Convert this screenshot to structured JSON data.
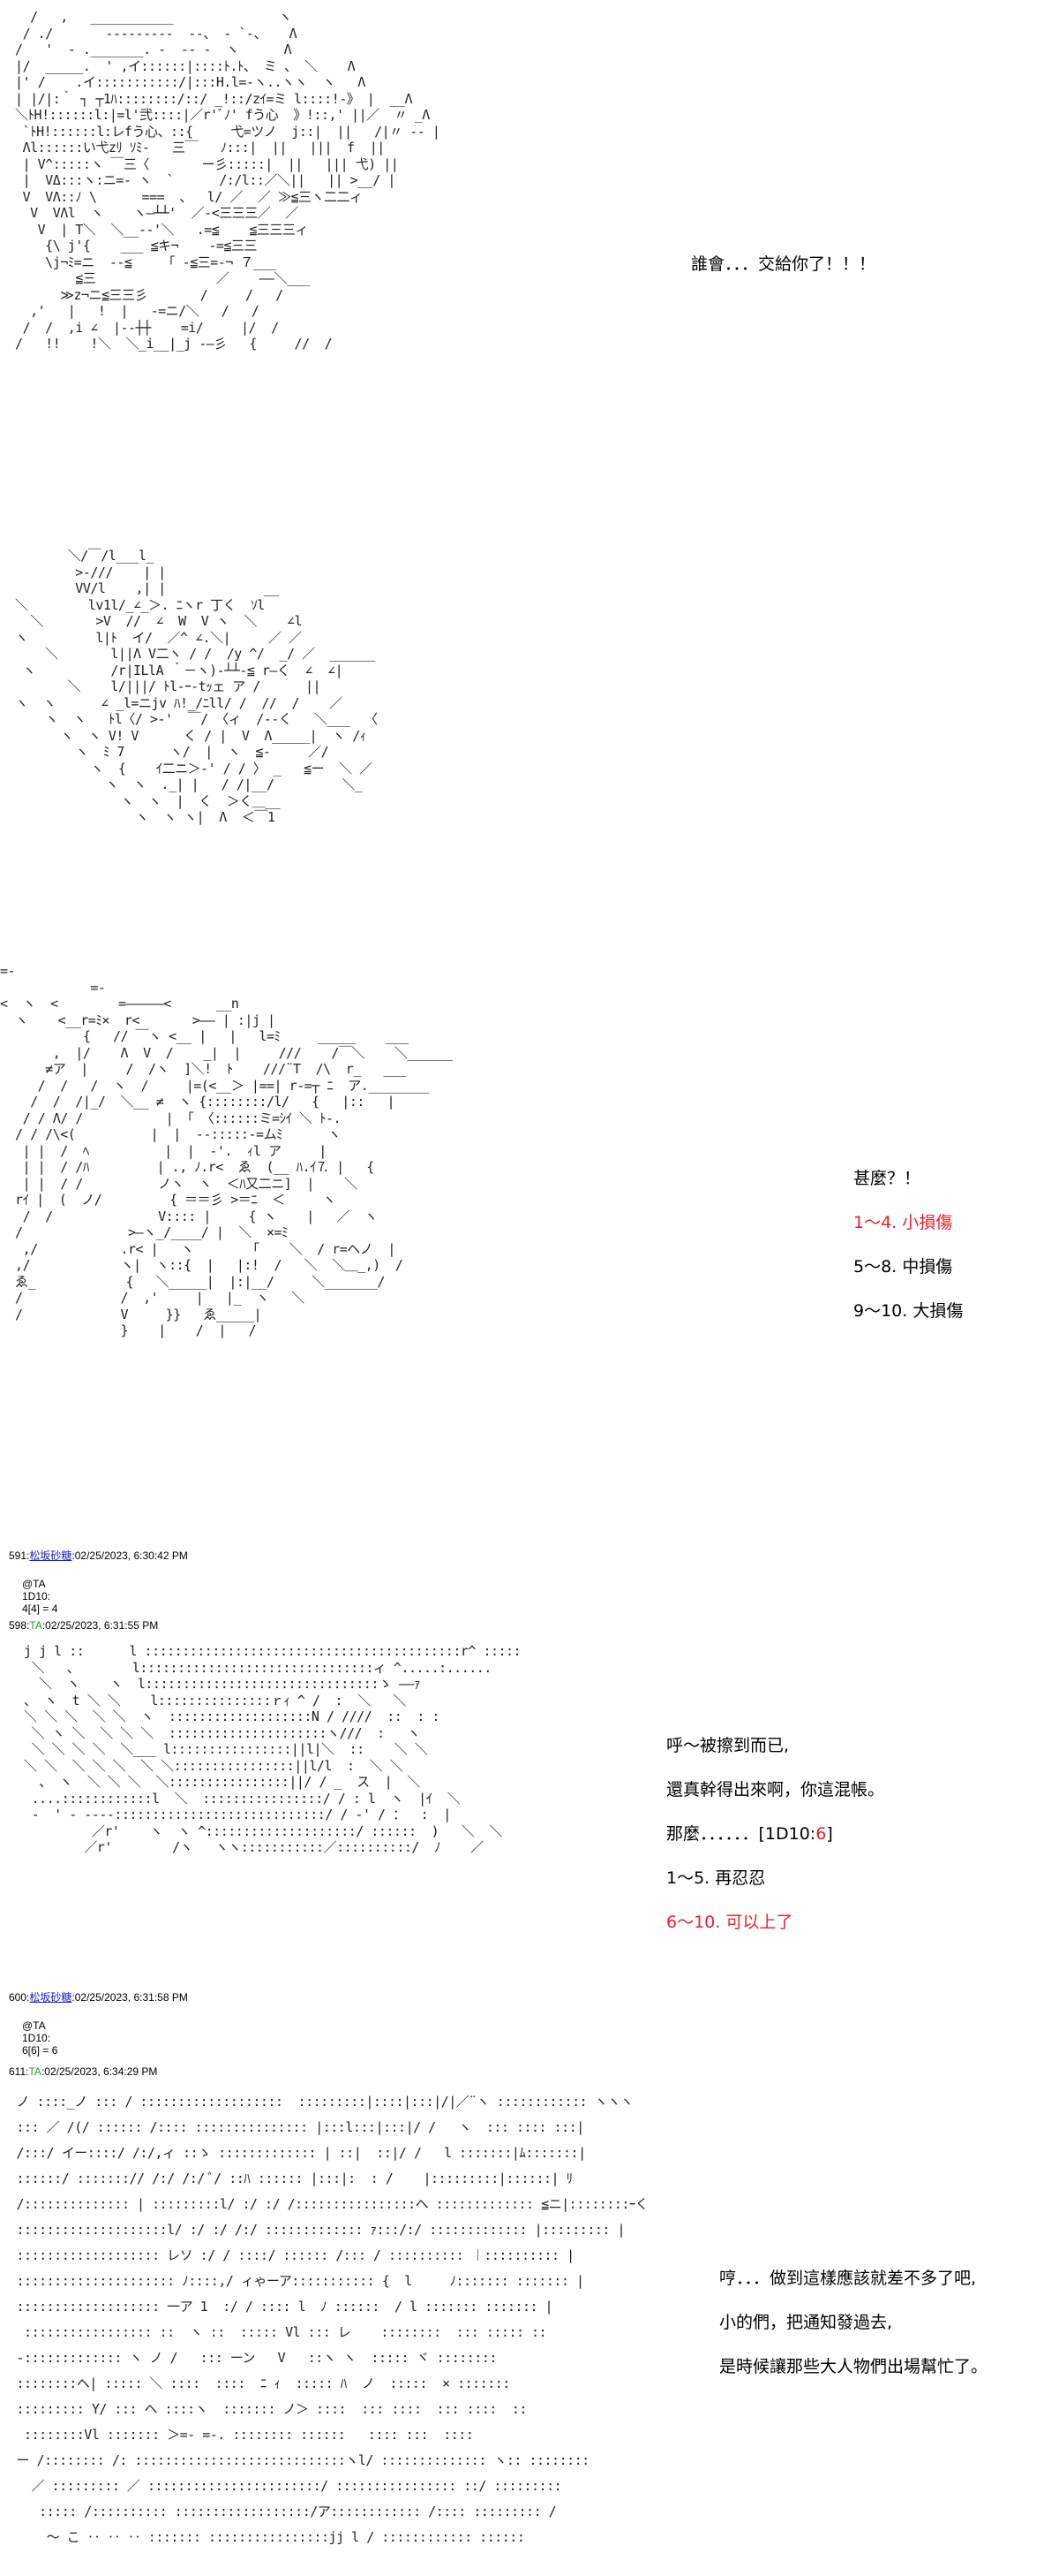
{
  "art": {
    "a1": [
      "    /   ,   ___________              ヽ",
      "   / ./       ---------  --、 - `-、   Λ",
      "  /   '  - ._______. ‐  -- -  ヽ      Λ",
      "  |/  _____.  ' ,イ::::::|::::ﾄ.ﾄ、 ミ 、 ＼    Λ",
      "  |' /    .イ:::::::::::/|:::H.l=‐ヽ..ヽヽ  ヽ   Λ",
      "  | |/|:｀ ┐ ┬1ﾊ::::::::/::/ _!::/zｲ=ミ l::::!‐》 |  __Λ",
      "  ＼ﾄH!::::::l:|=l'弐::::|／r'ﾞﾉ' fう心  》!::,' ||／  〃 _Λ",
      "   `ﾄH!::::::l:レfう心、::{     弋=ツノ  j::|  ||   /|〃 -- |",
      "   Λl::::::い弋zﾘ ｿﾐ-   三￣   ﾉ:::|  ||   |||  f  ||",
      "   | V^:::::ヽ ￣三〈       ー彡:::::|  ||   ||| 弋) ||",
      "   |  VΔ:::ヽ:ニ=- ヽ  `      /:/l::／＼||   || >__/ |",
      "   V  VΛ::ﾉ \\      ===  、  l/ ／  ／ ≫≦三ヽ二二ィ",
      "    V  VΛl  ヽ    ヽ―┴┴'  ／-<三三三／  ／",
      "     V  | T＼  ＼__--'＼   .=≦    ≦三三三ィ",
      "      {\\ j'{    ___ ≦キ¬    -=≦三三",
      "      \\j¬ﾐ=ニ  --≦    「 -≦三=-¬ ７___",
      "          ≦三                ／    ――＼___",
      "        ≫z¬ニ≦三三彡       /     /   /",
      "    ,'   |   !  |   -=ニ/＼   /   /",
      "   /  /  ,i ∠  |-‐┼┼    =i/     |/  /",
      "  /   !!    !＼  ＼_i__|_j -―彡   {     //  /"
    ],
    "a2": [
      "         ＼/￣/l___l_",
      "          >-///    | |",
      "          VV/l    ,| |             __",
      "  ＼        lv1l/_∠_＞. ﾆヽr 丁く  ｿl",
      "    ＼       >V  //  ∠  W  V ヽ  ＼    ∠l",
      "  ヽ         l|ﾄ  イ/  ／^ ∠.＼|     ／ ／",
      "      ＼       l||Λ V二ヽ / /  /y ^/  _/ ／  ______",
      "   ヽ          /r|ILlA ｀－ヽ)-┴┴-≦ r―く  ∠  ∠|",
      "         ＼    l/|||/ ﾄl-ｰ-tｯェ ア /      ||",
      "  ヽ  ヽ      ∠ _l=ニjv ﾊ!_/ﾆll/ /  //  /    ／",
      "      ヽ  ヽ   ﾄl〈/ >-'  ￣/ 〈ィ  /--く   ＼___  〈",
      "        ヽ  ヽ V! V      く / |  V  Λ_____|  ヽ /ｨ",
      "          ヽ  ﾐ 7      ヽ/  |  ヽ  ≦-     ／/",
      "            ヽ  {    ｲ二ニ＞-' / / 〉 _   ≦ー  ＼ ／",
      "              ヽ  ヽ  ._| |   / /|__/         ＼_",
      "                ヽ  ヽ  |  く  ＞く＿__",
      "                  ヽ  ヽ ヽ|  Λ  ＜￣1"
    ],
    "a3": [
      "=-",
      "            =-",
      "<  ヽ  <        =―――――<      __n",
      "  ヽ    <__r=ﾐ×  r<       >―― | :|j |",
      "           {   // ￣ヽ <__ |   |   l=ﾐ     _____    ___",
      "       ,  |/    Λ  V  /    _|  |     ///    /￣＼    ＼______",
      "      ≠ア  |     /  /ヽ  ]＼!  ﾄ    ///¨T  /\\  r_   ___",
      "     /  /   /  ヽ  /     |=(<__＞ |==| r-=┬ ﾆ  ア.________",
      "    /  /  /|_/  ＼__ ≠  ヽ {::::::::/l/   {   |::   |",
      "   / / Λ/ /           | 「 〈::::::ミ=ｼｲ ＼ ﾄ-.",
      "  / / /\\<(          |  |  ‐-:::::-=ムﾐ      ヽ",
      "   | |  /  ﾍ          |  |  ‐'.  ｨl ア     |",
      "   | |  / /ﾊ         | ., ﾉ.r<  ゑ  (__ ﾊ.ｲ⒎ |   {",
      "   | |  / /          ノヽ  ヽ  ＜ﾊ又二ニ]  |    ＼",
      "  rｲ |  (  ノ/         { ＝＝彡 >＝ﾆ  ＜     ヽ",
      "   /  /              V:::: |     { ヽ    |   ／  ヽ",
      "  /              >―ヽ_/____/ |  ＼  ×=ﾐ",
      "   ,/           .r< |   ヽ       「    ＼  / r=ヘノ  |",
      "  ,/            ヽ|  ヽ::{  |   |:!  /   ＼  ＼＿_,)  /",
      "  ゑ_            {   ＼_____|  |:|__/     ＼_______/",
      "  /             /  ,'     |   |_  ヽ   ＼",
      "  /             V     }}   ゑ_____|",
      "                }    |    /  |   /"
    ],
    "a4": [
      "  j j l ::      l ::::::::::::::::::::::::::::::::::::::::::r^ :::::",
      "   ＼   、       l:::::::::::::::::::::::::::::::ィ ^.....:......",
      "    ＼  ヽ    ヽ  l:::::::::::::::::::::::::::::::ゝ ――ｧ ",
      "  、 ヽ  t ＼ ＼    l:::::::::::::::ｒｨ ^ /  :  ＼   ＼",
      "  ＼ ＼ ＼  ＼ ＼  ヽ  :::::::::::::::::::N / ////  ::  : :",
      "   ＼ ヽ ＼  ＼ ＼ ＼  :::::::::::::::::::::ヽ///  :   ヽ",
      "   ＼ ＼ ＼ ＼  ＼___ l::::::::::::::::||l|＼  ::    ＼ ＼",
      "  ＼ ＼  ＼ ＼ ＼  ＼ ＼::::::::::::::::||l/l  :  ＼ ＼",
      "    、 ヽ  ＼ ＼ ＼  ＼::::::::::::::::||/ / _  ス  |  ＼",
      "   ....::::::::::::l  ＼  ::::::::::::::::/ / : l  ヽ  |ｲ  ＼",
      "   -  ' - ----::::::::::::::::::::::::::::/ / -' / ：  :  |",
      "           ／r'    ヽ  ヽ ^::::::::::::::::::::/ ::::::  )   ＼  ＼",
      "          ／r'        /ヽ   ヽヽ:::::::::::／::::::::::/  ﾉ    ／"
    ],
    "a5": [
      " ノ ::::_ノ ::: / :::::::::::::::::::  :::::::::|::::|:::|/|／¨ヽ :::::::::::: ヽヽヽ",
      " ::: ／ /(/ :::::: /:::: ::::::::::::::: |:::l:::|:::|/ /   ヽ  ::: :::: :::|",
      " /:::/ イー::::/ /:/,ィ ::ゝ ::::::::::::: | ::|  ::|/ /   l :::::::|ﾑ:::::::|",
      " ::::::/ :::::::// /:/ /:/ ﾞ/ ::ﾊ :::::: |:::|:  : /    |:::::::::|::::::| ﾘ",
      " /:::::::::::::: | :::::::::l/ :/ :/ /::::::::::::::::ヘ ::::::::::::: ≦ニ|::::::::ｰく",
      " ::::::::::::::::::::l/ :/ :/ /:/ ::::::::::::: ｧ:::/:/ ::::::::::::: |::::::::: |",
      " ::::::::::::::::::: レソ :/ / ::::/ :::::: /::: / :::::::::: ︱:::::::::: |",
      " ::::::::::::::::::::: ﾉ::::,/ ィゃーア::::::::::: {  l     ﾉ::::::: ::::::: |",
      " ::::::::::::::::::: 一ア 1  :/ / :::: l  ﾉ ::::::  / l ::::::: ::::::: |",
      "  ::::::::::::::::: ::  ヽ ::  ::::: Vl ::: レ    ::::::::  ::: ::::: ::",
      " -::::::::::::: ヽ ノ /   ::: ーン   V   ::ヽ ヽ  ::::: ヾ ::::::::",
      " ::::::::ヘ| ::::: ＼ ::::  ::::  ﾆ ｨ  ::::: ﾊ  ノ  :::::  × :::::::",
      " ::::::::: Y/ ::: ヘ ::::ヽ  ::::::: ノ＞ ::::  ::: ::::  ::: ::::  ::",
      "  ::::::::Vl ::::::: ＞=- =-. :::::::: ::::::   :::: :::  ::::",
      " ー /:::::::: /: ::::::::::::::::::::::::::::ヽl/ :::::::::::::: ヽ:: ::::::::",
      "   ／ ::::::::: ／ :::::::::::::::::::::::/ :::::::::::::::: ::/ :::::::::",
      "    ::::: /:::::::::: ::::::::::::::::::/ア:::::::::::: /:::: ::::::::: /",
      "     ～ こ ‥ ‥ ‥ ::::::: ::::::::::::::::jj l / :::::::::::: ::::::"
    ]
  },
  "dialogs": {
    "d1": [
      "誰會．．．交給你了！！！"
    ],
    "d2": {
      "l0": "甚麼？！",
      "l1": "1～4. 小損傷",
      "l2": "5～8. 中損傷",
      "l3": "9～10. 大損傷"
    },
    "d3": {
      "l0": "呼～被擦到而已,",
      "l1": "還真幹得出來啊，你這混帳。",
      "l2_pre": "那麼．．．．．．[1D10:",
      "l2_val": "6",
      "l2_post": "]",
      "l3": "1～5. 再忍忍",
      "l4": "6～10. 可以上了"
    },
    "d4": {
      "l0": "哼．．．做到這樣應該就差不多了吧,",
      "l1": "小的們，把通知發過去,",
      "l2": "是時候讓那些大人物們出場幫忙了。"
    }
  },
  "posts": [
    {
      "num": "591",
      "author": "松坂砂糖",
      "time": "02/25/2023, 6:30:42 PM",
      "body": [
        "@TA",
        "1D10:",
        "4[4] = 4"
      ]
    },
    {
      "num": "598",
      "author": "TA",
      "time": "02/25/2023, 6:31:55 PM"
    },
    {
      "num": "600",
      "author": "松坂砂糖",
      "time": "02/25/2023, 6:31:58 PM",
      "body": [
        "@TA",
        "1D10:",
        "6[6] = 6"
      ]
    },
    {
      "num": "611",
      "author": "TA",
      "time": "02/25/2023, 6:34:29 PM"
    }
  ],
  "colors": {
    "red": "#e8202a",
    "link": "#1a1acc",
    "op": "#2a9a2a"
  }
}
